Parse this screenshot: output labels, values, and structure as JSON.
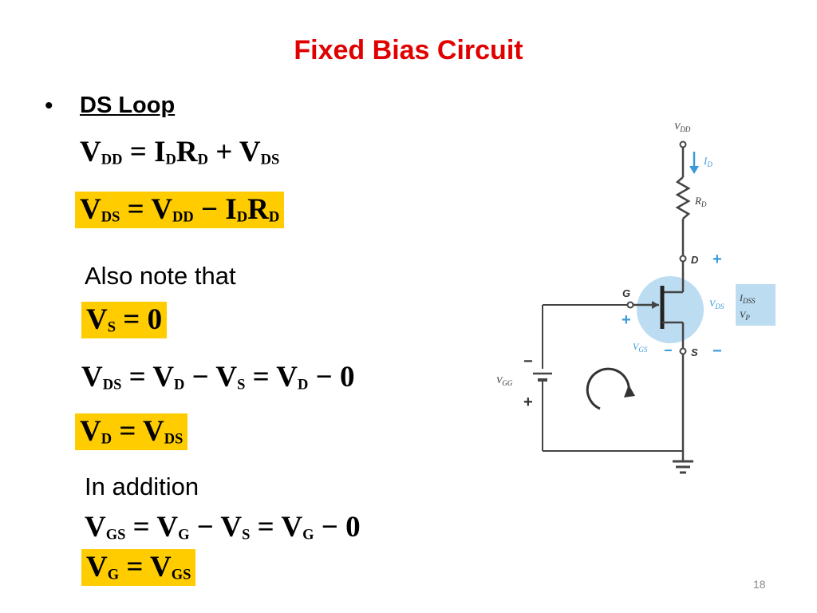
{
  "title": "Fixed Bias Circuit",
  "bullet": "•",
  "section_heading": "DS Loop",
  "equations": {
    "eq1": {
      "lhs": "V",
      "lhs_sub": "DD",
      "rhs1": "I",
      "rhs1_sub": "D",
      "rhs2": "R",
      "rhs2_sub": "D",
      "rhs3": "V",
      "rhs3_sub": "DS"
    },
    "eq2": {
      "lhs": "V",
      "lhs_sub": "DS",
      "rhs1": "V",
      "rhs1_sub": "DD",
      "rhs2": "I",
      "rhs2_sub": "D",
      "rhs3": "R",
      "rhs3_sub": "D"
    },
    "eq3": {
      "lhs": "V",
      "lhs_sub": "S",
      "rhs": "0"
    },
    "eq4": {
      "lhs": "V",
      "lhs_sub": "DS",
      "t1": "V",
      "t1_sub": "D",
      "t2": "V",
      "t2_sub": "S",
      "t3": "V",
      "t3_sub": "D",
      "t4": "0"
    },
    "eq5": {
      "lhs": "V",
      "lhs_sub": "D",
      "rhs": "V",
      "rhs_sub": "DS"
    },
    "eq6": {
      "lhs": "V",
      "lhs_sub": "GS",
      "t1": "V",
      "t1_sub": "G",
      "t2": "V",
      "t2_sub": "S",
      "t3": "V",
      "t3_sub": "G",
      "t4": "0"
    },
    "eq7": {
      "lhs": "V",
      "lhs_sub": "G",
      "rhs": "V",
      "rhs_sub": "GS"
    }
  },
  "notes": {
    "also_note": "Also note that",
    "in_addition": "In addition"
  },
  "diagram": {
    "vdd": "V",
    "vdd_sub": "DD",
    "id": "I",
    "id_sub": "D",
    "rd": "R",
    "rd_sub": "D",
    "d": "D",
    "g": "G",
    "s": "S",
    "vds": "V",
    "vds_sub": "DS",
    "vgs": "V",
    "vgs_sub": "GS",
    "vgg": "V",
    "vgg_sub": "GG",
    "idss": "I",
    "idss_sub": "DSS",
    "vp": "V",
    "vp_sub": "P",
    "plus": "+",
    "minus": "−"
  },
  "colors": {
    "title": "#e00000",
    "highlight": "#ffcc00",
    "blue_label": "#3a9ad9",
    "jfet_bubble": "#bcdcf2"
  },
  "page_number": "18"
}
